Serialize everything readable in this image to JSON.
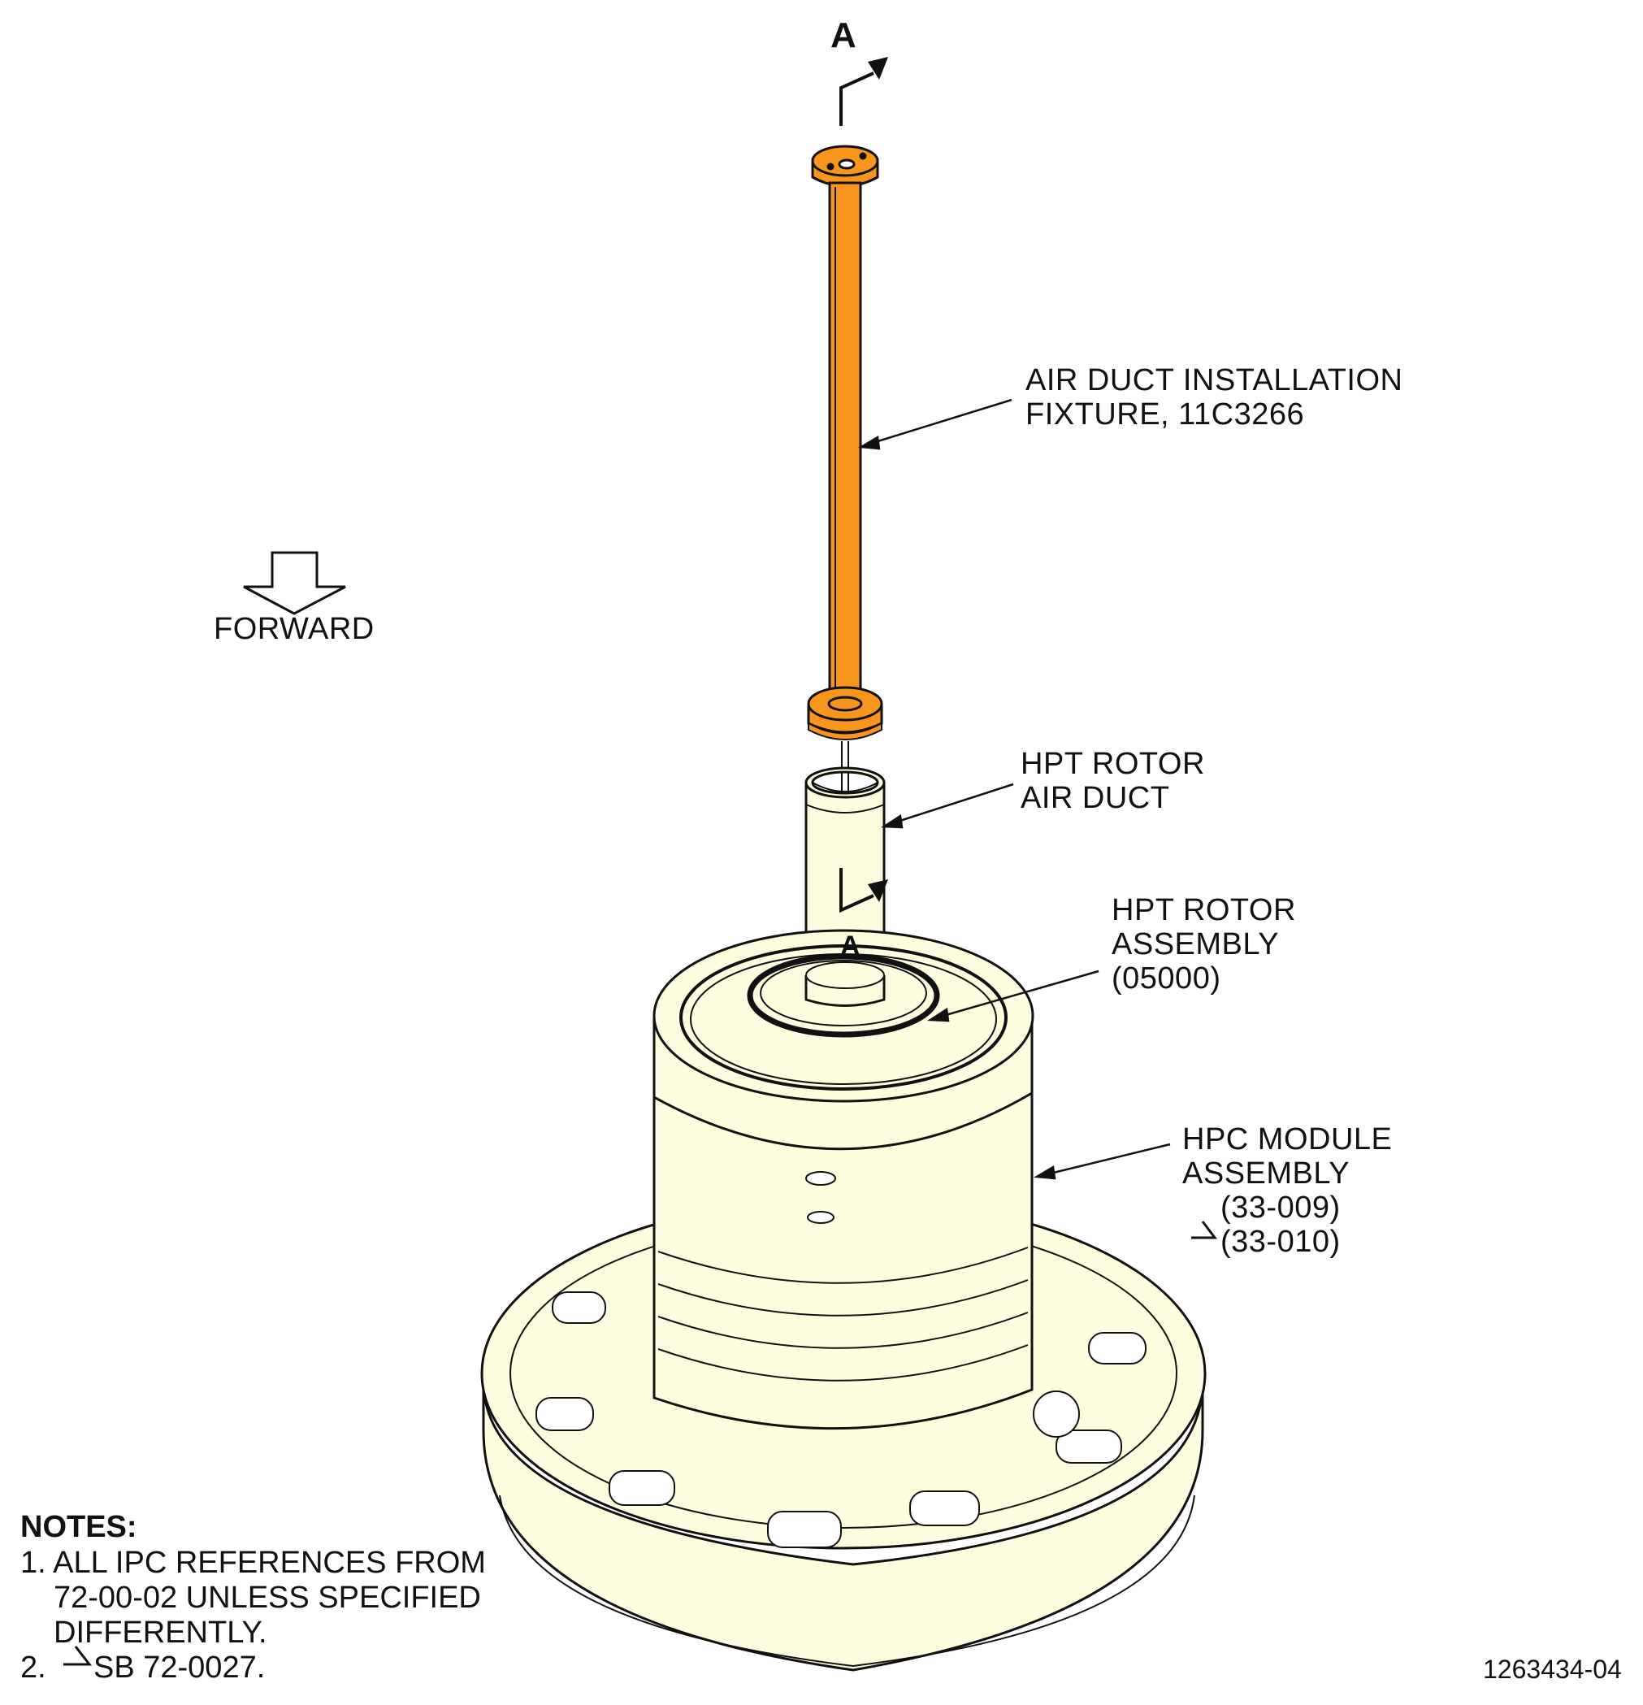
{
  "section_marks": {
    "top_letter": "A",
    "bottom_letter": "A"
  },
  "direction": {
    "label": "FORWARD",
    "icon": "forward-down-arrow-icon"
  },
  "callouts": {
    "fixture": {
      "line1": "AIR DUCT INSTALLATION",
      "line2": "FIXTURE, 11C3266"
    },
    "air_duct": {
      "line1": "HPT ROTOR",
      "line2": "AIR DUCT"
    },
    "rotor_assembly": {
      "line1": "HPT ROTOR",
      "line2": "ASSEMBLY",
      "line3": "(05000)"
    },
    "hpc_module": {
      "line1": "HPC MODULE",
      "line2": "ASSEMBLY",
      "line3": "(33-009)",
      "line4": "(33-010)"
    }
  },
  "notes": {
    "heading": "NOTES:",
    "n1_line1": "1. ALL IPC REFERENCES FROM",
    "n1_line2": "72-00-02 UNLESS SPECIFIED",
    "n1_line3": "DIFFERENTLY.",
    "n2_prefix": "2.",
    "n2_text": "SB 72-0027."
  },
  "figure_number": "1263434-04",
  "colors": {
    "fixture": "#F7951D",
    "module_fill": "#FEFDE0",
    "line": "#111111"
  }
}
